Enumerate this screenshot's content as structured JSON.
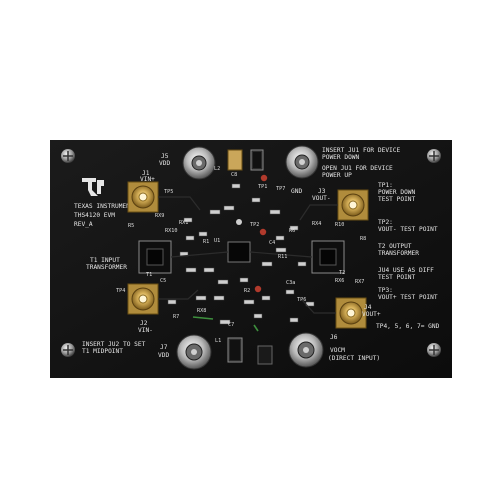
{
  "board": {
    "background": "#ffffff",
    "pcb_color": "#111111",
    "silkscreen_color": "#e6e6e6",
    "gold_color": "#c9a24a",
    "brand": "TEXAS INSTRUMENTS",
    "model": "THS4120 EVM",
    "revision": "REV_A"
  },
  "connectors": {
    "j1": "J1",
    "j1_label": "VIN+",
    "j2": "J2",
    "j2_label": "VIN-",
    "j3": "J3",
    "j3_label": "VOUT-",
    "j4": "J4",
    "j4_label": "VOUT+",
    "j5": "J5",
    "j5_label": "VDD",
    "j6": "J6",
    "j6_label": "VOCM",
    "j6_sub": "(DIRECT INPUT)",
    "j7": "J7",
    "j7_label": "VDD",
    "gnd": "GND"
  },
  "notes": {
    "ju1_line1": "INSERT JU1 FOR DEVICE",
    "ju1_line2": "POWER DOWN",
    "ju1_line3": "OPEN JU1 FOR DEVICE",
    "ju1_line4": "POWER UP",
    "tp1_line1": "TP1:",
    "tp1_line2": "POWER DOWN",
    "tp1_line3": "TEST POINT",
    "tp2_line1": "TP2:",
    "tp2_line2": "VOUT- TEST POINT",
    "t2_line1": "T2 OUTPUT",
    "t2_line2": "TRANSFORMER",
    "ju4_line1": "JU4 USE AS DIFF",
    "ju4_line2": "TEST POINT",
    "tp3_line1": "TP3:",
    "tp3_line2": "VOUT+ TEST POINT",
    "tp_gnd": "TP4, 5, 6, 7= GND",
    "t1_line1": "T1 INPUT",
    "t1_line2": "TRANSFORMER",
    "ju2_line1": "INSERT JU2 TO SET",
    "ju2_line2": "T1 MIDPOINT"
  },
  "refdes": {
    "rx9": "RX9",
    "r5": "R5",
    "rx10": "RX10",
    "rx1": "RX1",
    "rx4": "RX4",
    "r10": "R10",
    "r8": "R8",
    "t1": "T1",
    "t2": "T2",
    "c5": "C5",
    "rx6": "RX6",
    "rx7": "RX7",
    "tp4": "TP4",
    "tp5": "TP5",
    "tp6": "TP6",
    "tp7": "TP7",
    "tp1": "TP1",
    "tp2": "TP2",
    "r7": "R7",
    "rx8": "RX8",
    "c7": "C7",
    "l1": "L1",
    "l2": "L2",
    "c8": "C8",
    "u1": "U1",
    "r1": "R1",
    "r2": "R2",
    "r6": "R6",
    "c4": "C4",
    "c3a": "C3a",
    "r11": "R11"
  }
}
